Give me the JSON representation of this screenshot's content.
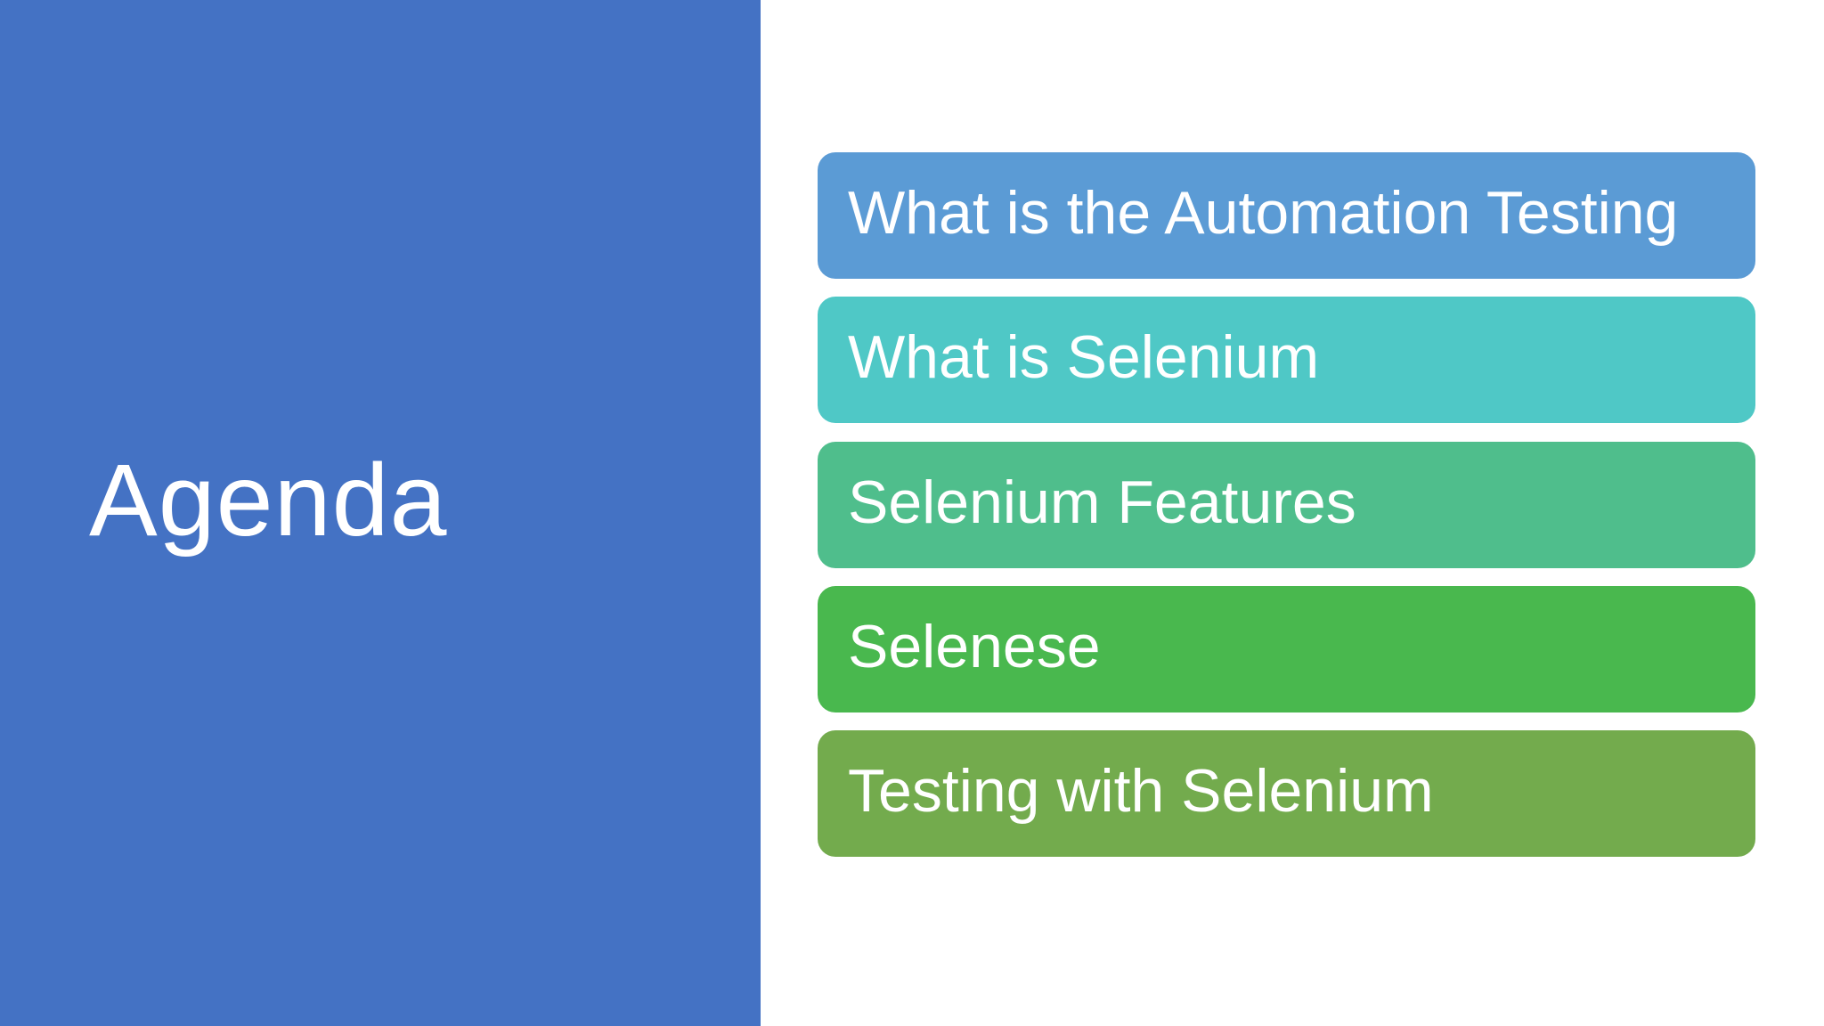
{
  "slide": {
    "title": "Agenda",
    "panel_color": "#4472C4",
    "background_color": "#FFFFFF",
    "title_text_color": "#FFFFFF",
    "item_text_color": "#FFFFFF"
  },
  "agenda": {
    "items": [
      {
        "label": "What is the Automation Testing",
        "color": "#5B9BD5"
      },
      {
        "label": "What is Selenium",
        "color": "#4FC8C6"
      },
      {
        "label": "Selenium Features",
        "color": "#4FBE8C"
      },
      {
        "label": "Selenese",
        "color": "#49B84E"
      },
      {
        "label": "Testing with Selenium",
        "color": "#73AB4D"
      }
    ]
  }
}
